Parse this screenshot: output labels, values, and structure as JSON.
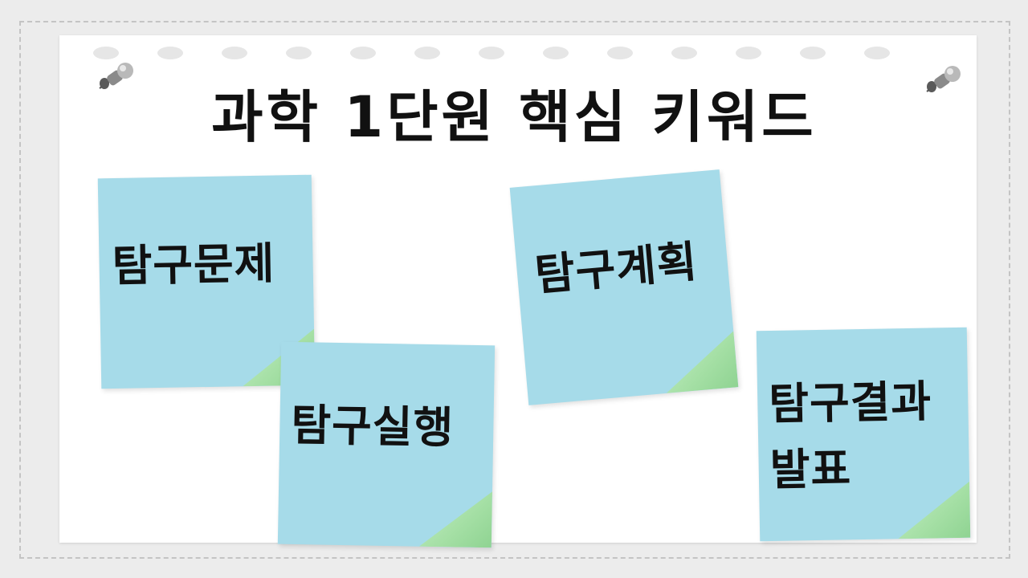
{
  "title": "과학 1단원 핵심 키워드",
  "notes": [
    {
      "label": "탐구문제"
    },
    {
      "label": "탐구계획"
    },
    {
      "label": "탐구실행"
    },
    {
      "label_line1": "탐구결과",
      "label_line2": "발표"
    }
  ],
  "colors": {
    "note": "#a6dbe9",
    "fold": "#a4dfa4",
    "background": "#ececec",
    "board": "#ffffff"
  }
}
